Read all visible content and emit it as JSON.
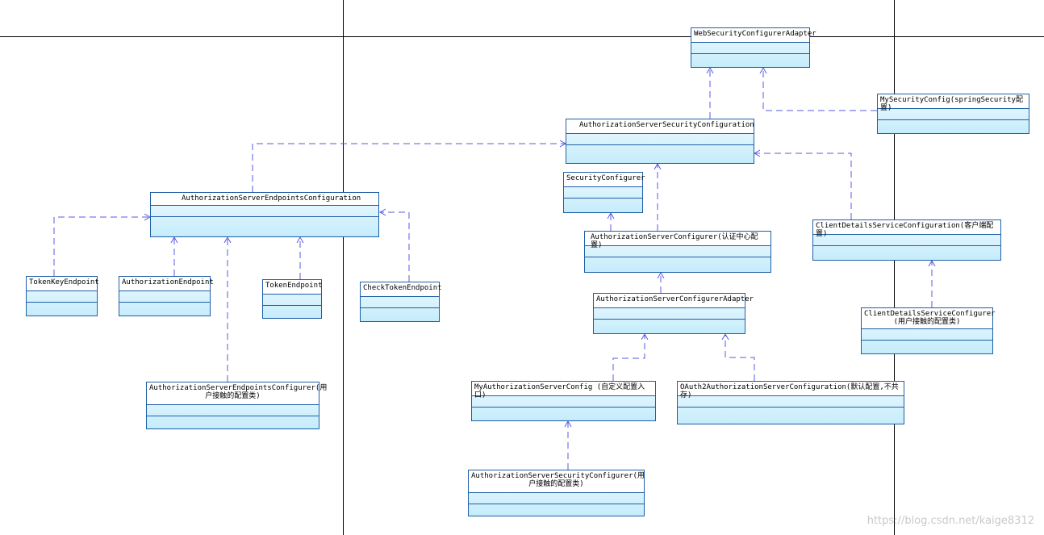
{
  "diagram": {
    "classes": {
      "web_security_configurer_adapter": "WebSecurityConfigurerAdapter",
      "my_security_config": "MySecurityConfig(springSecurity配置)",
      "authorization_server_security_configuration": "AuthorizationServerSecurityConfiguration",
      "security_configurer": "SecurityConfigurer",
      "authorization_server_endpoints_configuration": "AuthorizationServerEndpointsConfiguration",
      "authorization_server_configurer": "AuthorizationServerConfigurer(认证中心配置)",
      "client_details_service_configuration": "ClientDetailsServiceConfiguration(客户端配置)",
      "token_key_endpoint": "TokenKeyEndpoint",
      "authorization_endpoint": "AuthorizationEndpoint",
      "token_endpoint": "TokenEndpoint",
      "check_token_endpoint": "CheckTokenEndpoint",
      "authorization_server_configurer_adapter": "AuthorizationServerConfigurerAdapter",
      "client_details_service_configurer": "ClientDetailsServiceConfigurer\n(用户接触的配置类)",
      "authorization_server_endpoints_configurer": "AuthorizationServerEndpointsConfigurer(用户接触的配置类)",
      "my_authorization_server_config": "MyAuthorizationServerConfig (自定义配置入口)",
      "oauth2_authorization_server_configuration": "OAuth2AuthorizationServerConfiguration(默认配置,不共存)",
      "authorization_server_security_configurer": "AuthorizationServerSecurityConfigurer(用户接触的配置类)"
    }
  },
  "watermark": "https://blog.csdn.net/kaige8312",
  "colors": {
    "border": "#1f5fa6",
    "edge": "#5a5ae6",
    "fill_top": "#eefaff",
    "fill_bottom": "#c5ecfb"
  }
}
